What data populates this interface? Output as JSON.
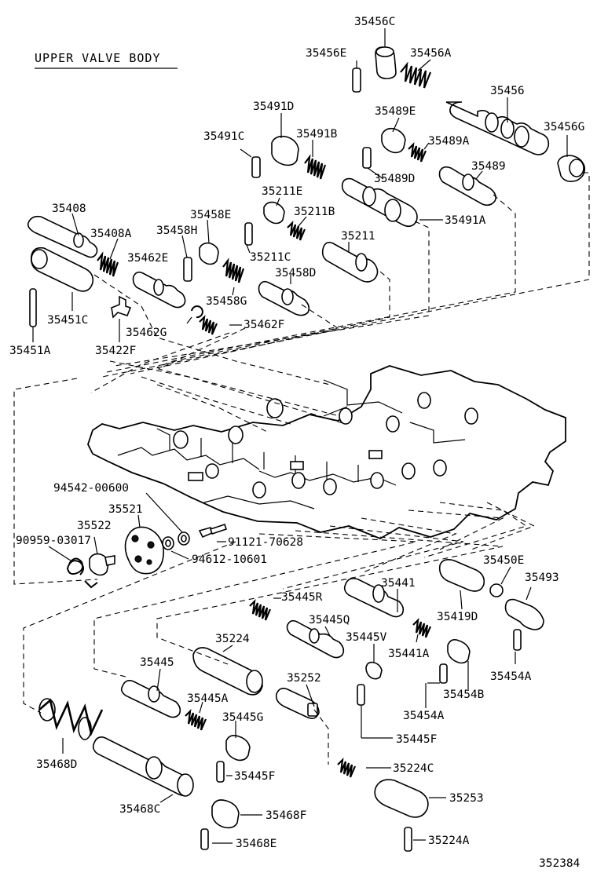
{
  "title": "UPPER VALVE BODY",
  "drawing_number": "352384",
  "parts": {
    "p35456C": "35456C",
    "p35456E": "35456E",
    "p35456A": "35456A",
    "p35456": "35456",
    "p35456G": "35456G",
    "p35491D": "35491D",
    "p35491C": "35491C",
    "p35491B": "35491B",
    "p35489E": "35489E",
    "p35489A": "35489A",
    "p35489D": "35489D",
    "p35489": "35489",
    "p35211E": "35211E",
    "p35211B": "35211B",
    "p35491A": "35491A",
    "p35408": "35408",
    "p35408A": "35408A",
    "p35458H": "35458H",
    "p35458E": "35458E",
    "p35462E": "35462E",
    "p35211C": "35211C",
    "p35211": "35211",
    "p35458D": "35458D",
    "p35458G": "35458G",
    "p35451C": "35451C",
    "p35462G": "35462G",
    "p35462F": "35462F",
    "p35451A": "35451A",
    "p35422F": "35422F",
    "p94542_00600": "94542-00600",
    "p35521": "35521",
    "p35522": "35522",
    "p90959_03017": "90959-03017",
    "p91121_70628": "91121-70628",
    "p94612_10601": "94612-10601",
    "p35450E": "35450E",
    "p35493": "35493",
    "p35441": "35441",
    "p35445R": "35445R",
    "p35445Q": "35445Q",
    "p35445V": "35445V",
    "p35419D": "35419D",
    "p35441A": "35441A",
    "p35454B": "35454B",
    "p35454A_r": "35454A",
    "p35454A": "35454A",
    "p35224": "35224",
    "p35252": "35252",
    "p35445": "35445",
    "p35445A": "35445A",
    "p35445G": "35445G",
    "p35445F": "35445F",
    "p35445F_b": "35445F",
    "p35468D": "35468D",
    "p35224C": "35224C",
    "p35253": "35253",
    "p35468C": "35468C",
    "p35468F": "35468F",
    "p35468E": "35468E",
    "p35224A": "35224A"
  }
}
